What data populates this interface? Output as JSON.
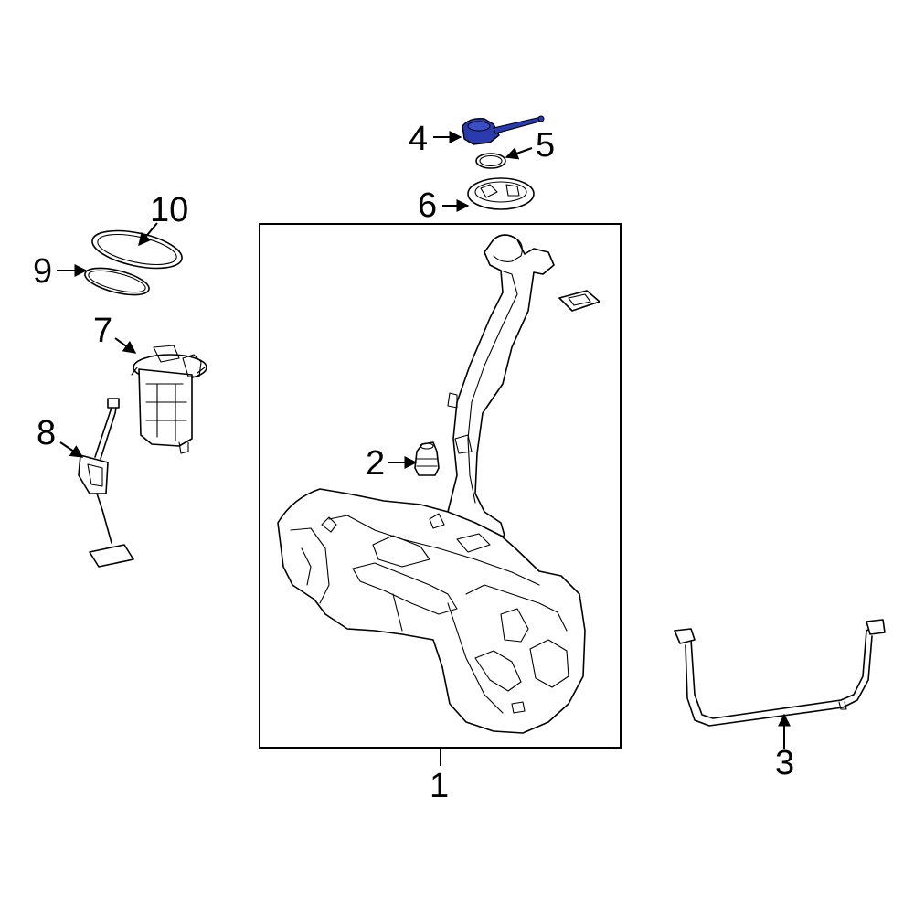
{
  "diagram": {
    "highlight_color": "#2a3bb0",
    "callouts": [
      {
        "id": "1",
        "label": "1"
      },
      {
        "id": "2",
        "label": "2"
      },
      {
        "id": "3",
        "label": "3"
      },
      {
        "id": "4",
        "label": "4",
        "highlighted": true
      },
      {
        "id": "5",
        "label": "5"
      },
      {
        "id": "6",
        "label": "6"
      },
      {
        "id": "7",
        "label": "7"
      },
      {
        "id": "8",
        "label": "8"
      },
      {
        "id": "9",
        "label": "9"
      },
      {
        "id": "10",
        "label": "10"
      }
    ]
  }
}
